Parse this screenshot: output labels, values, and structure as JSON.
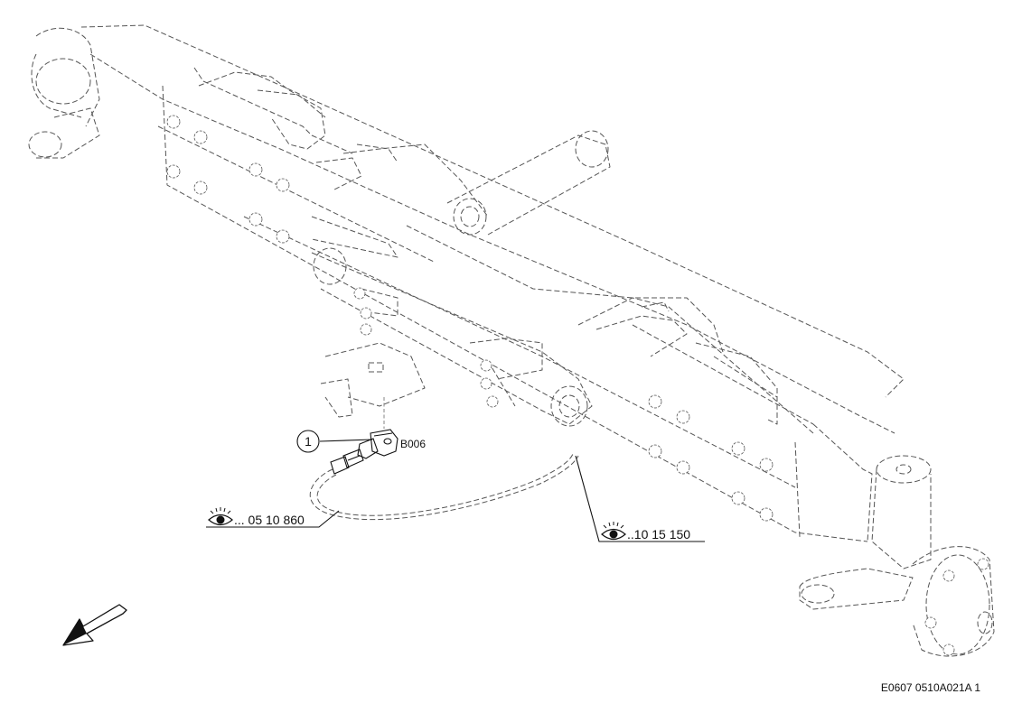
{
  "callout": {
    "number": "1",
    "part_code": "B006"
  },
  "references": [
    {
      "icon": "eye-icon",
      "text": "... 05 10 860"
    },
    {
      "icon": "eye-icon",
      "text": "..10 15 150"
    }
  ],
  "figure_id": "E0607 0510A021A 1",
  "direction_arrow": "front-direction-arrow"
}
